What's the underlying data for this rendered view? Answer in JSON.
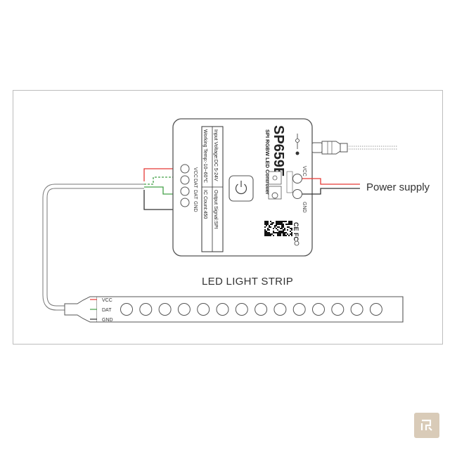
{
  "labels": {
    "power_supply": "Power supply",
    "led_strip": "LED LIGHT STRIP"
  },
  "controller": {
    "model": "SP659E",
    "subtitle": "SPI RGBW LED Controller",
    "spec_input_voltage": "Input Voltage:DC 5-24V",
    "spec_output_signal": "Output Signal:SPI",
    "spec_working_temp": "Working Temp:-10~60℃",
    "spec_ic_count": "IC Count:450",
    "output_pins": [
      "VCC",
      "DAT",
      "DAT",
      "GND"
    ],
    "power_pins": [
      "VCC",
      "GND"
    ],
    "cert_marks": "CE FC",
    "power_button_icon": "power-icon"
  },
  "strip": {
    "pins": [
      "VCC",
      "DAT",
      "GND"
    ],
    "led_count": 14
  },
  "colors": {
    "wire_red": "#e53935",
    "wire_green": "#43a047",
    "wire_dark": "#333333",
    "outline": "#555555",
    "watermark_bg": "#d9cbb8"
  }
}
